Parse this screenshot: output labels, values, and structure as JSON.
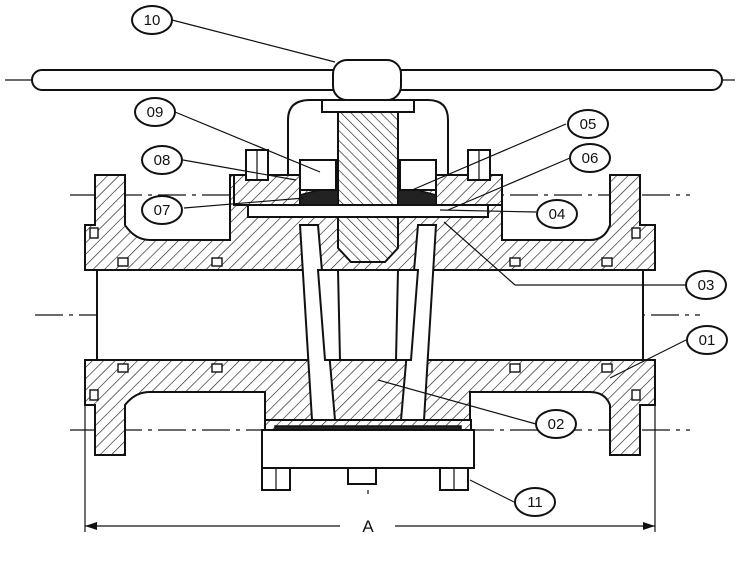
{
  "callouts": [
    {
      "id": "01",
      "label": "01"
    },
    {
      "id": "02",
      "label": "02"
    },
    {
      "id": "03",
      "label": "03"
    },
    {
      "id": "04",
      "label": "04"
    },
    {
      "id": "05",
      "label": "05"
    },
    {
      "id": "06",
      "label": "06"
    },
    {
      "id": "07",
      "label": "07"
    },
    {
      "id": "08",
      "label": "08"
    },
    {
      "id": "09",
      "label": "09"
    },
    {
      "id": "10",
      "label": "10"
    },
    {
      "id": "11",
      "label": "11"
    }
  ],
  "dimension": {
    "label": "A"
  }
}
